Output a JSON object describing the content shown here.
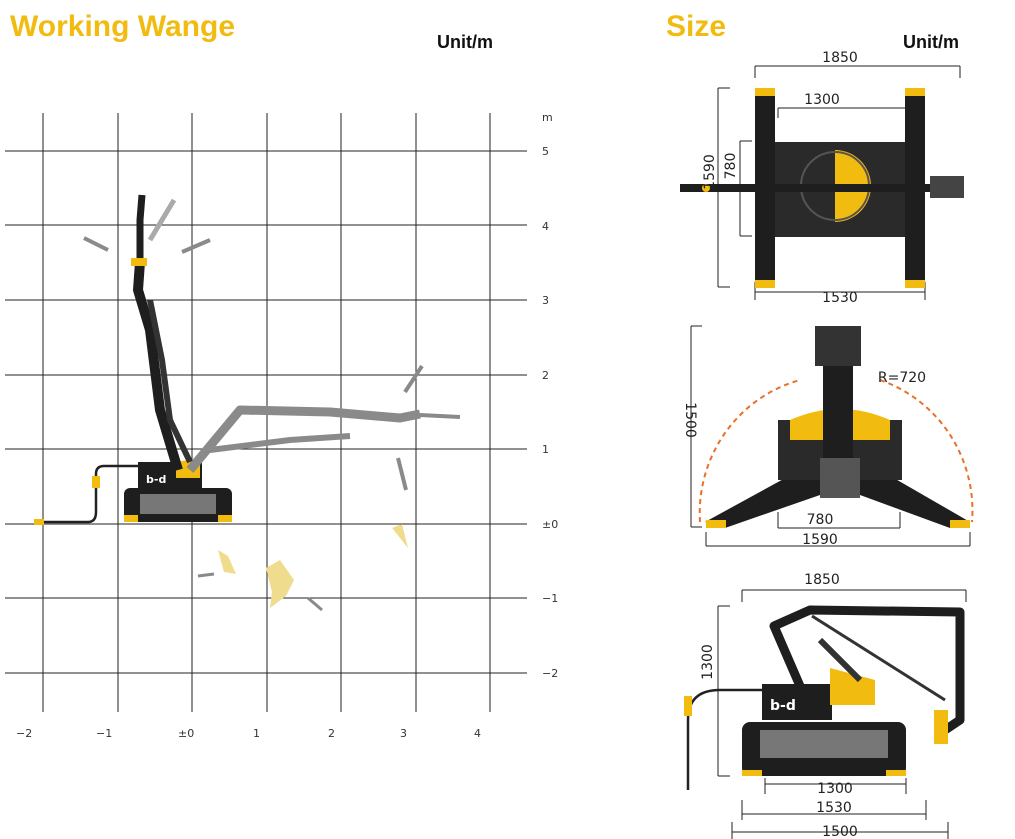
{
  "working_range": {
    "title": "Working Wange",
    "unit": "Unit/m",
    "y_axis_unit": "m",
    "y_ticks": [
      "5",
      "4",
      "3",
      "2",
      "1",
      "±0",
      "−1",
      "−2"
    ],
    "x_ticks": [
      "−2",
      "−1",
      "±0",
      "1",
      "2",
      "3",
      "4"
    ]
  },
  "size": {
    "title": "Size",
    "unit": "Unit/m",
    "top_view": {
      "width_outer": "1850",
      "width_inner": "1300",
      "height_outer": "1590",
      "height_inner": "780",
      "width_bottom": "1530"
    },
    "front_view": {
      "height": "1500",
      "radius": "R=720",
      "inner": "780",
      "outer": "1590"
    },
    "side_view": {
      "top": "1850",
      "height": "1300",
      "track_inner": "1300",
      "track_outer": "1530",
      "bottom": "1500"
    }
  },
  "colors": {
    "accent": "#f2bb10",
    "machine": "#1e1e1e",
    "ghost": "#8a8a8a",
    "arc": "#e8712a"
  }
}
